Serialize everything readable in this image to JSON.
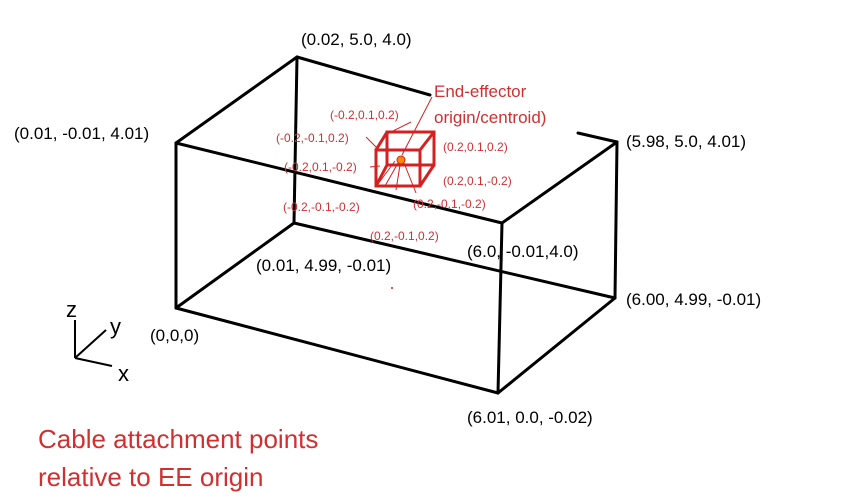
{
  "frame_corners": {
    "top_back_left": "(0.02, 5.0, 4.0)",
    "top_front_left": "(0.01, -0.01, 4.01)",
    "top_back_right": "(5.98, 5.0, 4.01)",
    "top_front_right": "(6.0, -0.01,4.0)",
    "bottom_back_left": "(0.01, 4.99, -0.01)",
    "bottom_back_right": "(6.00, 4.99, -0.01)",
    "origin": "(0,0,0)",
    "bottom_front_right": "(6.01, 0.0, -0.02)"
  },
  "end_effector": {
    "label_line1": "End-effector",
    "label_line2": "origin/centroid)",
    "points": [
      "(-0.2,0.1,0.2)",
      "(-0.2,-0.1,0.2)",
      "(-0.2,0.1,-0.2)",
      "(-0.2,-0.1,-0.2)",
      "(0.2,0.1,0.2)",
      "(0.2,0.1,-0.2)",
      "(0.2,-0.1,-0.2)",
      "(0.2,-0.1,0.2)"
    ]
  },
  "axes": {
    "z": "z",
    "y": "y",
    "x": "x"
  },
  "caption": {
    "line1": "Cable attachment points",
    "line2": "relative to EE origin"
  },
  "colors": {
    "frame": "#000000",
    "annotation": "#d42020",
    "centroid": "#ff8800"
  }
}
